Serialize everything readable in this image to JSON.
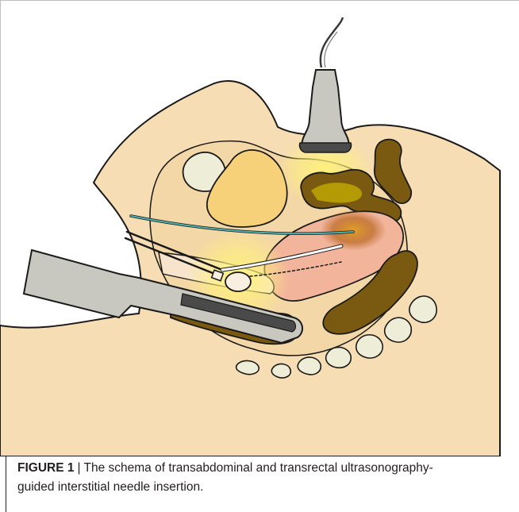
{
  "figure": {
    "label": "FIGURE 1",
    "separator": "|",
    "caption_line1": "The schema of transabdominal and transrectal ultrasonography-",
    "caption_line2": "guided interstitial needle insertion."
  },
  "colors": {
    "skin": "#f6ddb3",
    "outline": "#1a1a1a",
    "bone": "#eeeed8",
    "bladder": "#f7d07a",
    "bowel": "#7a5a10",
    "bowel_highlight": "#c8b000",
    "uterus": "#f2b59c",
    "probe_gray": "#c8c8c0",
    "probe_dark": "#4a4a4a",
    "ultrasound_glow": "#fff27a",
    "needle": "#4fb0b0",
    "tumor": "#b8651e"
  },
  "icons": {
    "transabdominal_probe": "ultrasound-probe-icon",
    "transrectal_probe": "rectal-probe-icon"
  }
}
